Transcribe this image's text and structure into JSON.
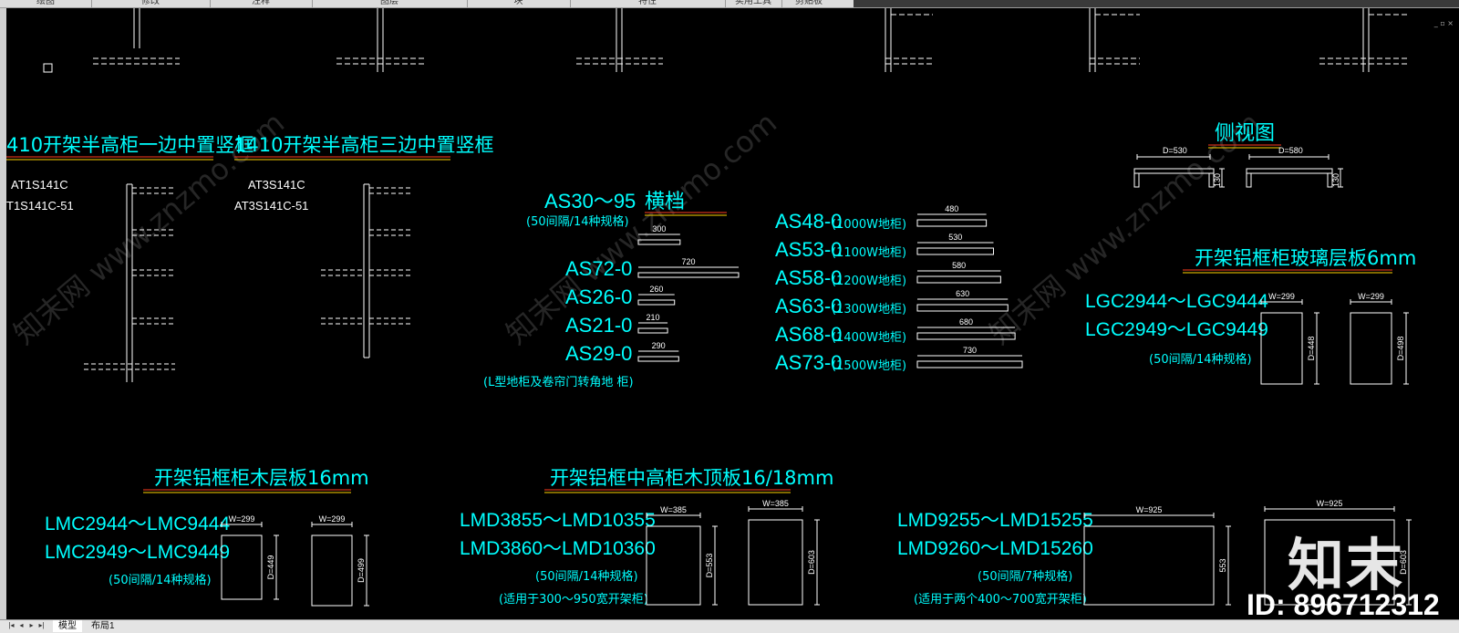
{
  "ribbon": {
    "panels": [
      "绘图",
      "修改",
      "注释",
      "图层",
      "块",
      "特性",
      "实用工具",
      "剪贴板"
    ]
  },
  "canvas": {
    "window_controls": "_ ▫ ×",
    "sections": {
      "half_cab_one": {
        "title": "410开架半高柜一边中置竖框",
        "codes": [
          "AT1S141C",
          "T1S141C-51"
        ]
      },
      "half_cab_three": {
        "title": "1410开架半高柜三边中置竖框",
        "codes": [
          "AT3S141C",
          "AT3S141C-51"
        ]
      },
      "crossbar": {
        "code": "AS30～95",
        "title": "横档",
        "note": "(50间隔/14种规格)",
        "items": [
          {
            "dim": "300",
            "code": ""
          },
          {
            "dim": "720",
            "code": "AS72-0"
          },
          {
            "dim": "260",
            "code": "AS26-0"
          },
          {
            "dim": "210",
            "code": "AS21-0"
          },
          {
            "dim": "290",
            "code": "AS29-0"
          }
        ],
        "footnote": "(L型地柜及卷帘门转角地 柜)"
      },
      "base_bars": {
        "items": [
          {
            "code": "AS48-0",
            "spec": "(1000W地柜)",
            "dim": "480"
          },
          {
            "code": "AS53-0",
            "spec": "(1100W地柜)",
            "dim": "530"
          },
          {
            "code": "AS58-0",
            "spec": "(1200W地柜)",
            "dim": "580"
          },
          {
            "code": "AS63-0",
            "spec": "(1300W地柜)",
            "dim": "630"
          },
          {
            "code": "AS68-0",
            "spec": "(1400W地柜)",
            "dim": "680"
          },
          {
            "code": "AS73-0",
            "spec": "(1500W地柜)",
            "dim": "730"
          }
        ]
      },
      "side_view": {
        "title": "侧视图",
        "views": [
          {
            "depth": "D=530",
            "height": "130"
          },
          {
            "depth": "D=580",
            "height": "130"
          }
        ]
      },
      "glass_shelf": {
        "title": "开架铝框柜玻璃层板6mm",
        "codes": [
          "LGC2944～LGC9444",
          "LGC2949～LGC9449"
        ],
        "note": "(50间隔/14种规格)",
        "panels": [
          {
            "w": "W=299",
            "d": "D=448"
          },
          {
            "w": "W=299",
            "d": "D=498"
          }
        ]
      },
      "wood_shelf": {
        "title": "开架铝框柜木层板16mm",
        "codes": [
          "LMC2944～LMC9444",
          "LMC2949～LMC9449"
        ],
        "note": "(50间隔/14种规格)",
        "panels": [
          {
            "w": "W=299",
            "d": "D=449"
          },
          {
            "w": "W=299",
            "d": "D=499"
          }
        ]
      },
      "mid_top": {
        "title": "开架铝框中高柜木顶板16/18mm",
        "codes": [
          "LMD3855～LMD10355",
          "LMD3860～LMD10360"
        ],
        "note": "(50间隔/14种规格)",
        "note2": "(适用于300～950宽开架柜)",
        "panels": [
          {
            "w": "W=385",
            "d": "D=553"
          },
          {
            "w": "W=385",
            "d": "D=603"
          }
        ]
      },
      "wide_top": {
        "codes": [
          "LMD9255～LMD15255",
          "LMD9260～LMD15260"
        ],
        "note": "(50间隔/7种规格)",
        "note2": "(适用于两个400～700宽开架柜)",
        "panels": [
          {
            "w": "W=925",
            "d": "553"
          },
          {
            "w": "W=925",
            "d": "D=603"
          }
        ]
      }
    },
    "watermark": {
      "logo": "知末",
      "id": "ID: 896712312"
    }
  },
  "tabs": [
    "模型",
    "布局1"
  ],
  "colors": {
    "cyan": "#00ffff",
    "white": "#ffffff",
    "underline_red": "#ff3b1f",
    "underline_yellow": "#ffd400",
    "background": "#000000"
  }
}
